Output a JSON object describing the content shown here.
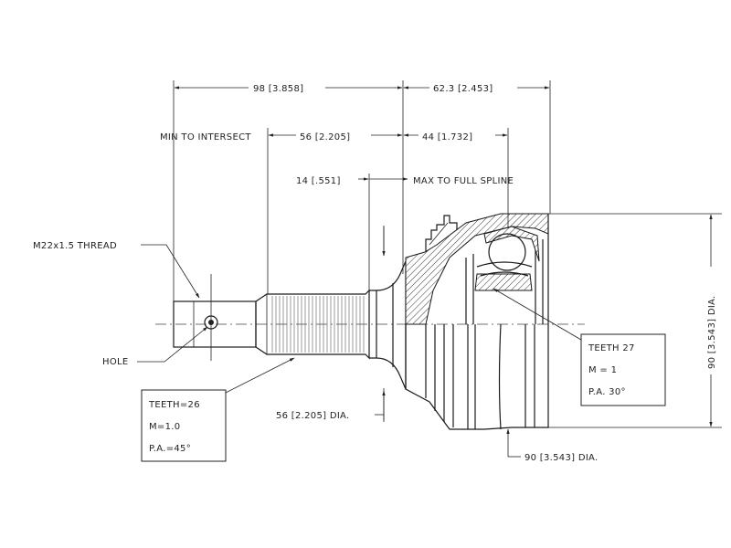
{
  "dimensions": {
    "overall_length": "98 [3.858]",
    "outer_length": "62.3 [2.453]",
    "min_to_intersect": "MIN TO INTERSECT",
    "spline_length": "56 [2.205]",
    "body_length": "44 [1.732]",
    "spline_start": "14 [.551]",
    "max_to_full_spline": "MAX TO FULL SPLINE",
    "shaft_dia": "56 [2.205] DIA.",
    "outer_dia_right": "90 [3.543] DIA.",
    "outer_dia_bottom": "90 [3.543] DIA."
  },
  "labels": {
    "thread": "M22x1.5 THREAD",
    "hole": "HOLE"
  },
  "spec_left": {
    "teeth": "TEETH=26",
    "module": "M=1.0",
    "pressure_angle": "P.A.=45°"
  },
  "spec_right": {
    "teeth": "TEETH 27",
    "module": "M = 1",
    "pressure_angle": "P.A. 30°"
  }
}
